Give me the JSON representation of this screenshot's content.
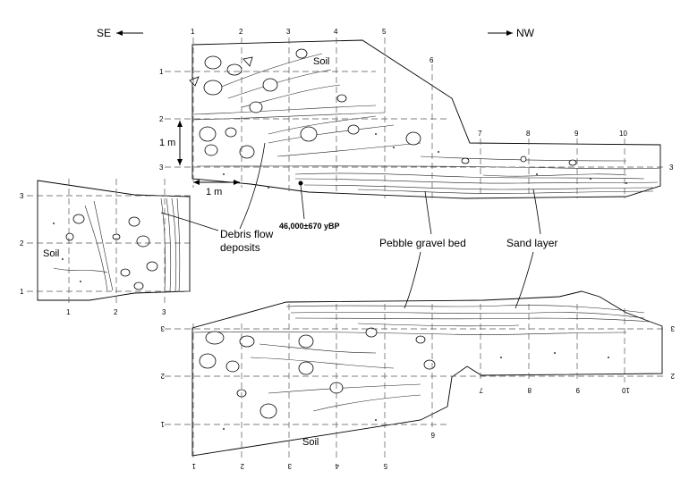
{
  "direction": {
    "se_label": "SE",
    "nw_label": "NW"
  },
  "scale": {
    "vertical": "1 m",
    "horizontal": "1 m"
  },
  "soil_labels": {
    "top": "Soil",
    "left": "Soil",
    "bottom": "Soil"
  },
  "date_label": "46,000±670 yBP",
  "annotations": {
    "debris_line1": "Debris flow",
    "debris_line2": "deposits",
    "pebble": "Pebble gravel bed",
    "sand": "Sand layer"
  },
  "top_grid": {
    "cols": [
      "1",
      "2",
      "3",
      "4",
      "5",
      "6",
      "7",
      "8",
      "9",
      "10"
    ],
    "rows": [
      "1",
      "2",
      "3"
    ],
    "right_row": "3"
  },
  "left_grid": {
    "cols": [
      "1",
      "2",
      "3"
    ],
    "rows": [
      "3",
      "2",
      "1"
    ]
  },
  "bottom_grid": {
    "cols": [
      "1",
      "2",
      "3",
      "4",
      "5",
      "6",
      "7",
      "8",
      "9",
      "10"
    ],
    "rows": [
      "3",
      "2",
      "1"
    ],
    "right_rows": [
      "3",
      "2"
    ]
  }
}
